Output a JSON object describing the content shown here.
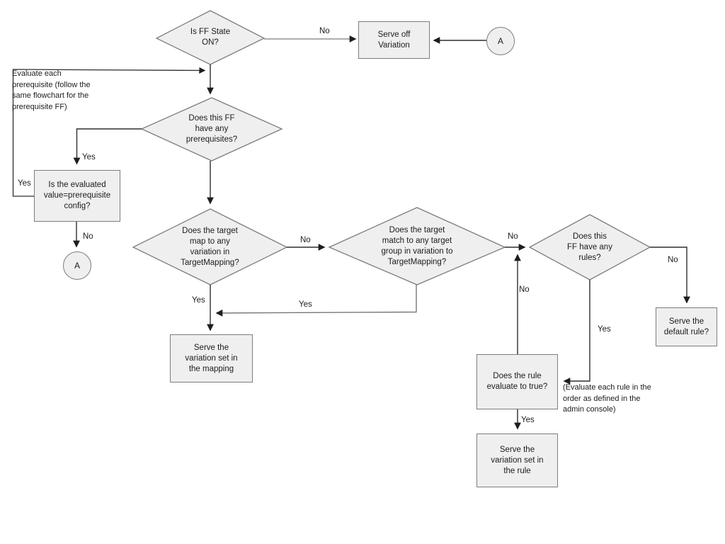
{
  "nodes": {
    "is_ff_state_on": "Is FF State\nON?",
    "serve_off_variation": "Serve off\nVariation",
    "connector_a_top": "A",
    "has_prerequisites": "Does this FF\nhave any\nprerequisites?",
    "evaluated_value": "Is the evaluated\nvalue=prerequisite\nconfig?",
    "connector_a_left": "A",
    "target_mapping": "Does the target\nmap to any\nvariation in\nTargetMapping?",
    "target_group": "Does the target\nmatch to any target\ngroup in variation to\nTargetMapping?",
    "has_rules": "Does this\nFF have any\nrules?",
    "serve_default_rule": "Serve the\ndefault rule?",
    "serve_mapping_variation": "Serve the\nvariation set in\nthe mapping",
    "rule_evaluates_true": "Does the rule\nevaluate to true?",
    "serve_rule_variation": "Serve the\nvariation set in\nthe rule"
  },
  "notes": {
    "prerequisite_note": "Evaluate each\nprerequisite (follow the\nsame flowchart for the\nprerequisite FF)",
    "rule_order_note": "(Evaluate each rule in the\norder as defined in the\nadmin console)"
  },
  "edge_labels": {
    "no_ff_off": "No",
    "yes_prereq": "Yes",
    "yes_loop": "Yes",
    "no_evaluated": "No",
    "no_target_map": "No",
    "yes_target_map": "Yes",
    "yes_target_group": "Yes",
    "no_target_group": "No",
    "no_rule_loop": "No",
    "yes_has_rules": "Yes",
    "no_has_rules": "No",
    "yes_rule_true": "Yes"
  },
  "colors": {
    "shape_fill": "#efefef",
    "shape_stroke": "#7d7d7d",
    "connector_dark": "#2e2e2e",
    "connector_gray": "#949494",
    "text": "#1c1c1c",
    "background": "#ffffff"
  }
}
